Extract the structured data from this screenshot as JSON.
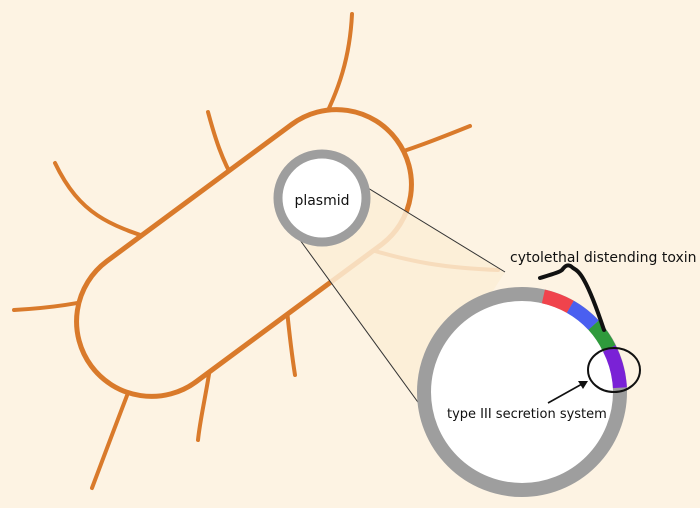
{
  "labels": {
    "plasmid": "plasmid",
    "cdt": "cytolethal distending toxin",
    "t3ss": "type III secretion system"
  },
  "colors": {
    "background": "#fdf3e3",
    "cell_outline": "#d97a2b",
    "plasmid_ring": "#9e9e9e",
    "gene_red": "#f0434c",
    "gene_blue": "#4a5ff0",
    "gene_green": "#2f9a3c",
    "gene_purple": "#7a22d6",
    "zoom_wedge": "#fbedd6"
  },
  "icons": {
    "brace": "curly-brace-icon",
    "arrow": "arrow-icon",
    "highlight": "highlight-ellipse-icon"
  }
}
